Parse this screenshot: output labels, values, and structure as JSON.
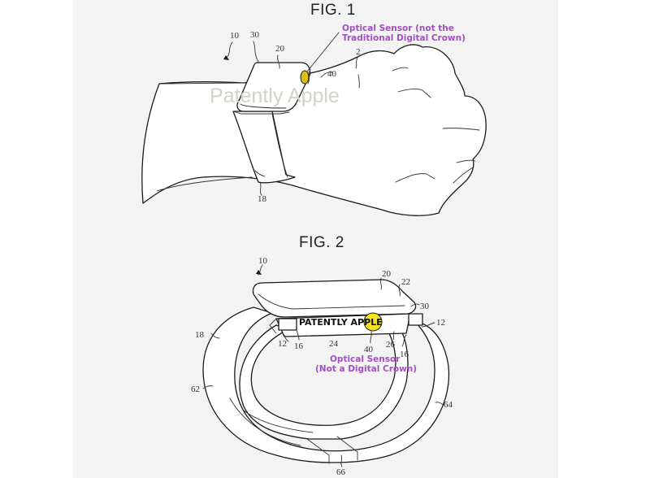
{
  "figure1": {
    "title": "FIG. 1",
    "callout": [
      "Optical Sensor (not the",
      "Traditional Digital Crown)"
    ],
    "watermark": "Patently Apple",
    "refs": {
      "r10": "10",
      "r30": "30",
      "r20": "20",
      "r2": "2",
      "r40": "40",
      "r18": "18"
    }
  },
  "figure2": {
    "title": "FIG. 2",
    "callout": [
      "Optical Sensor",
      "(Not a Digital Crown)"
    ],
    "watermark": "PATENTLY APPLE",
    "refs": {
      "r10": "10",
      "r20": "20",
      "r22": "22",
      "r30": "30",
      "r12a": "12",
      "r12b": "12",
      "r16a": "16",
      "r16b": "16",
      "r24": "24",
      "r40": "40",
      "r26": "26",
      "r18": "18",
      "r62": "62",
      "r64": "64",
      "r66": "66"
    }
  },
  "colors": {
    "background": "#f3f3f3",
    "margin": "#ffffff",
    "callout_text": "#a24fc0",
    "sensor_fig1": "#d8c21a",
    "sensor_fig2": "#f4e320",
    "watermark": "#d4d1c7"
  }
}
